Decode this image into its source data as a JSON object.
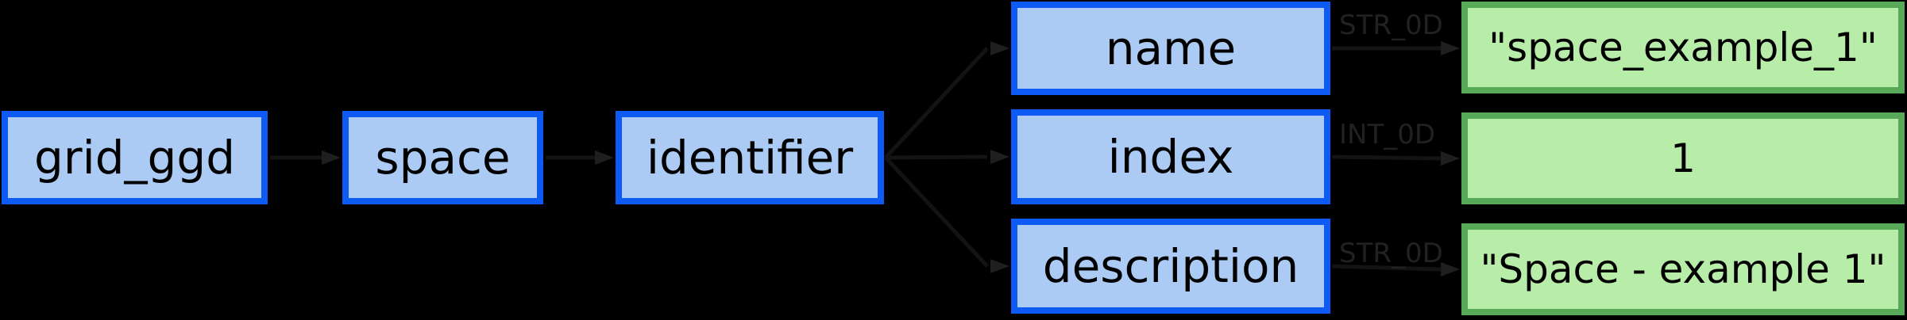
{
  "diagram": {
    "colors": {
      "background": "#000000",
      "node_border": "#0d5af5",
      "node_fill": "#abcbf4",
      "value_border": "#57a957",
      "value_fill": "#b7eda9",
      "text": "#000000",
      "type_label": "#212121",
      "edge_line": "#131313",
      "edge_head": "#1f1f1f"
    },
    "nodes": [
      {
        "label": "grid_ggd"
      },
      {
        "label": "space"
      },
      {
        "label": "identifier"
      }
    ],
    "attributes": [
      {
        "label": "name",
        "type": "STR_0D",
        "value": "\"space_example_1\""
      },
      {
        "label": "index",
        "type": "INT_0D",
        "value": "1"
      },
      {
        "label": "description",
        "type": "STR_0D",
        "value": "\"Space - example 1\""
      }
    ]
  }
}
